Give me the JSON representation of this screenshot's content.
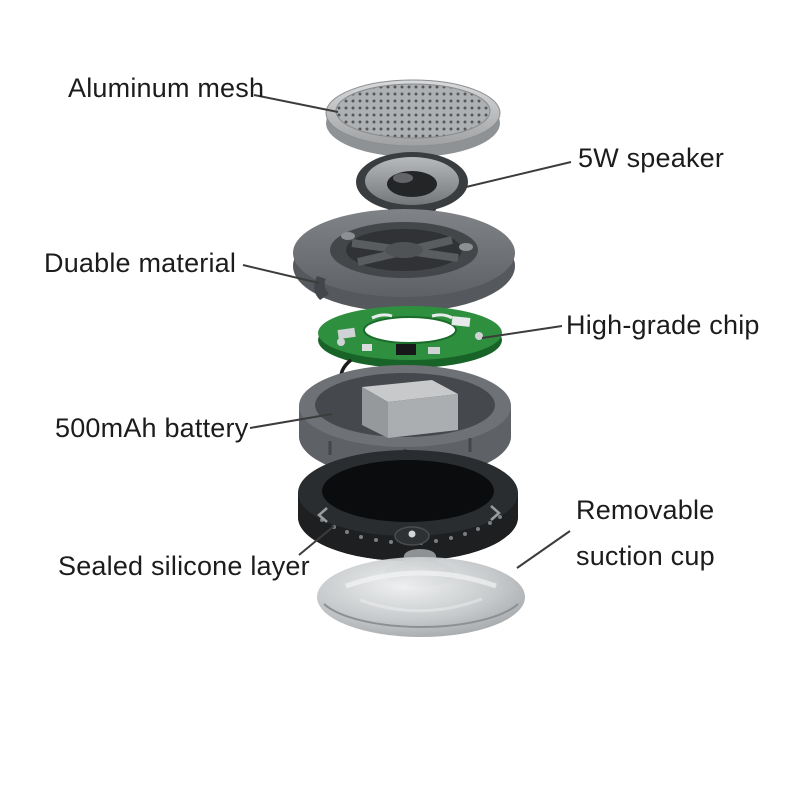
{
  "page": {
    "background": "#ffffff"
  },
  "diagram": {
    "name": "Bluetooth speaker exploded view",
    "labels": {
      "aluminum_mesh": "Aluminum mesh",
      "speaker": "5W speaker",
      "duable_material": "Duable material",
      "high_grade_chip": "High-grade chip",
      "battery": "500mAh battery",
      "silicone_layer": "Sealed silicone layer",
      "suction_cup_line1": "Removable",
      "suction_cup_line2": "suction cup"
    },
    "colors": {
      "background": "#ffffff",
      "label_text": "#1c1c1c",
      "leader_line": "#3c3c3c",
      "body_gray": "#6e7175",
      "dark_gray": "#3a3d40",
      "pcb_green": "#2e8f3e",
      "pcb_green_dark": "#186327",
      "silicone_black": "#1d1f21",
      "suction_gray": "#b9bcbe"
    }
  }
}
